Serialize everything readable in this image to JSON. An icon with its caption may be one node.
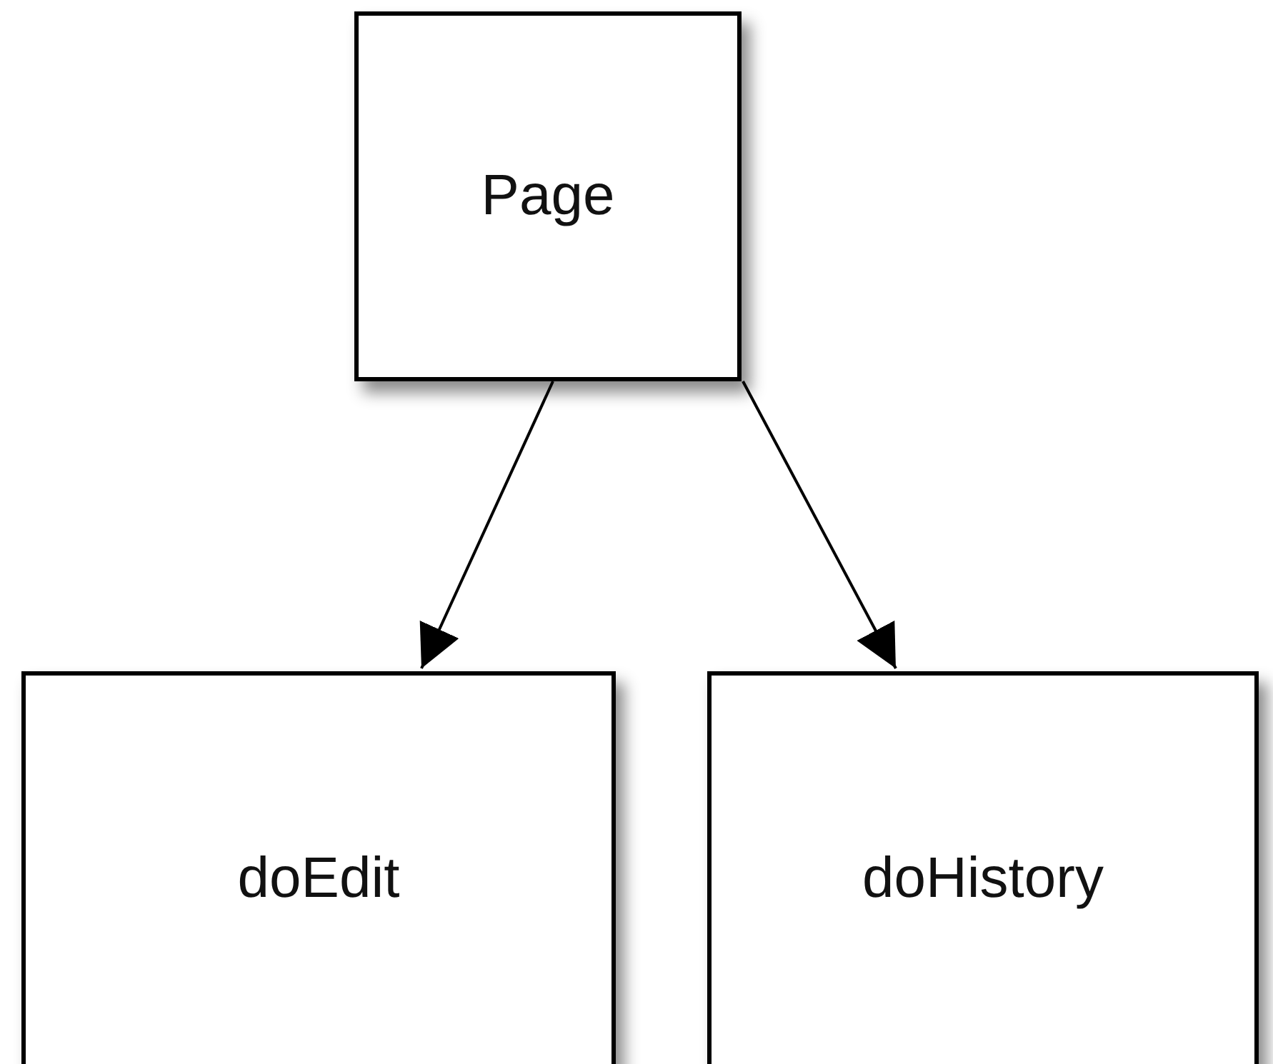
{
  "diagram": {
    "nodes": [
      {
        "text": [
          "Page"
        ]
      },
      {
        "text": [
          "doEdit"
        ]
      },
      {
        "text": [
          "doHistory"
        ]
      }
    ],
    "edges": [
      {
        "from": 0,
        "to": 1,
        "arrow": "to"
      },
      {
        "from": 0,
        "to": 2,
        "arrow": "to"
      }
    ]
  }
}
